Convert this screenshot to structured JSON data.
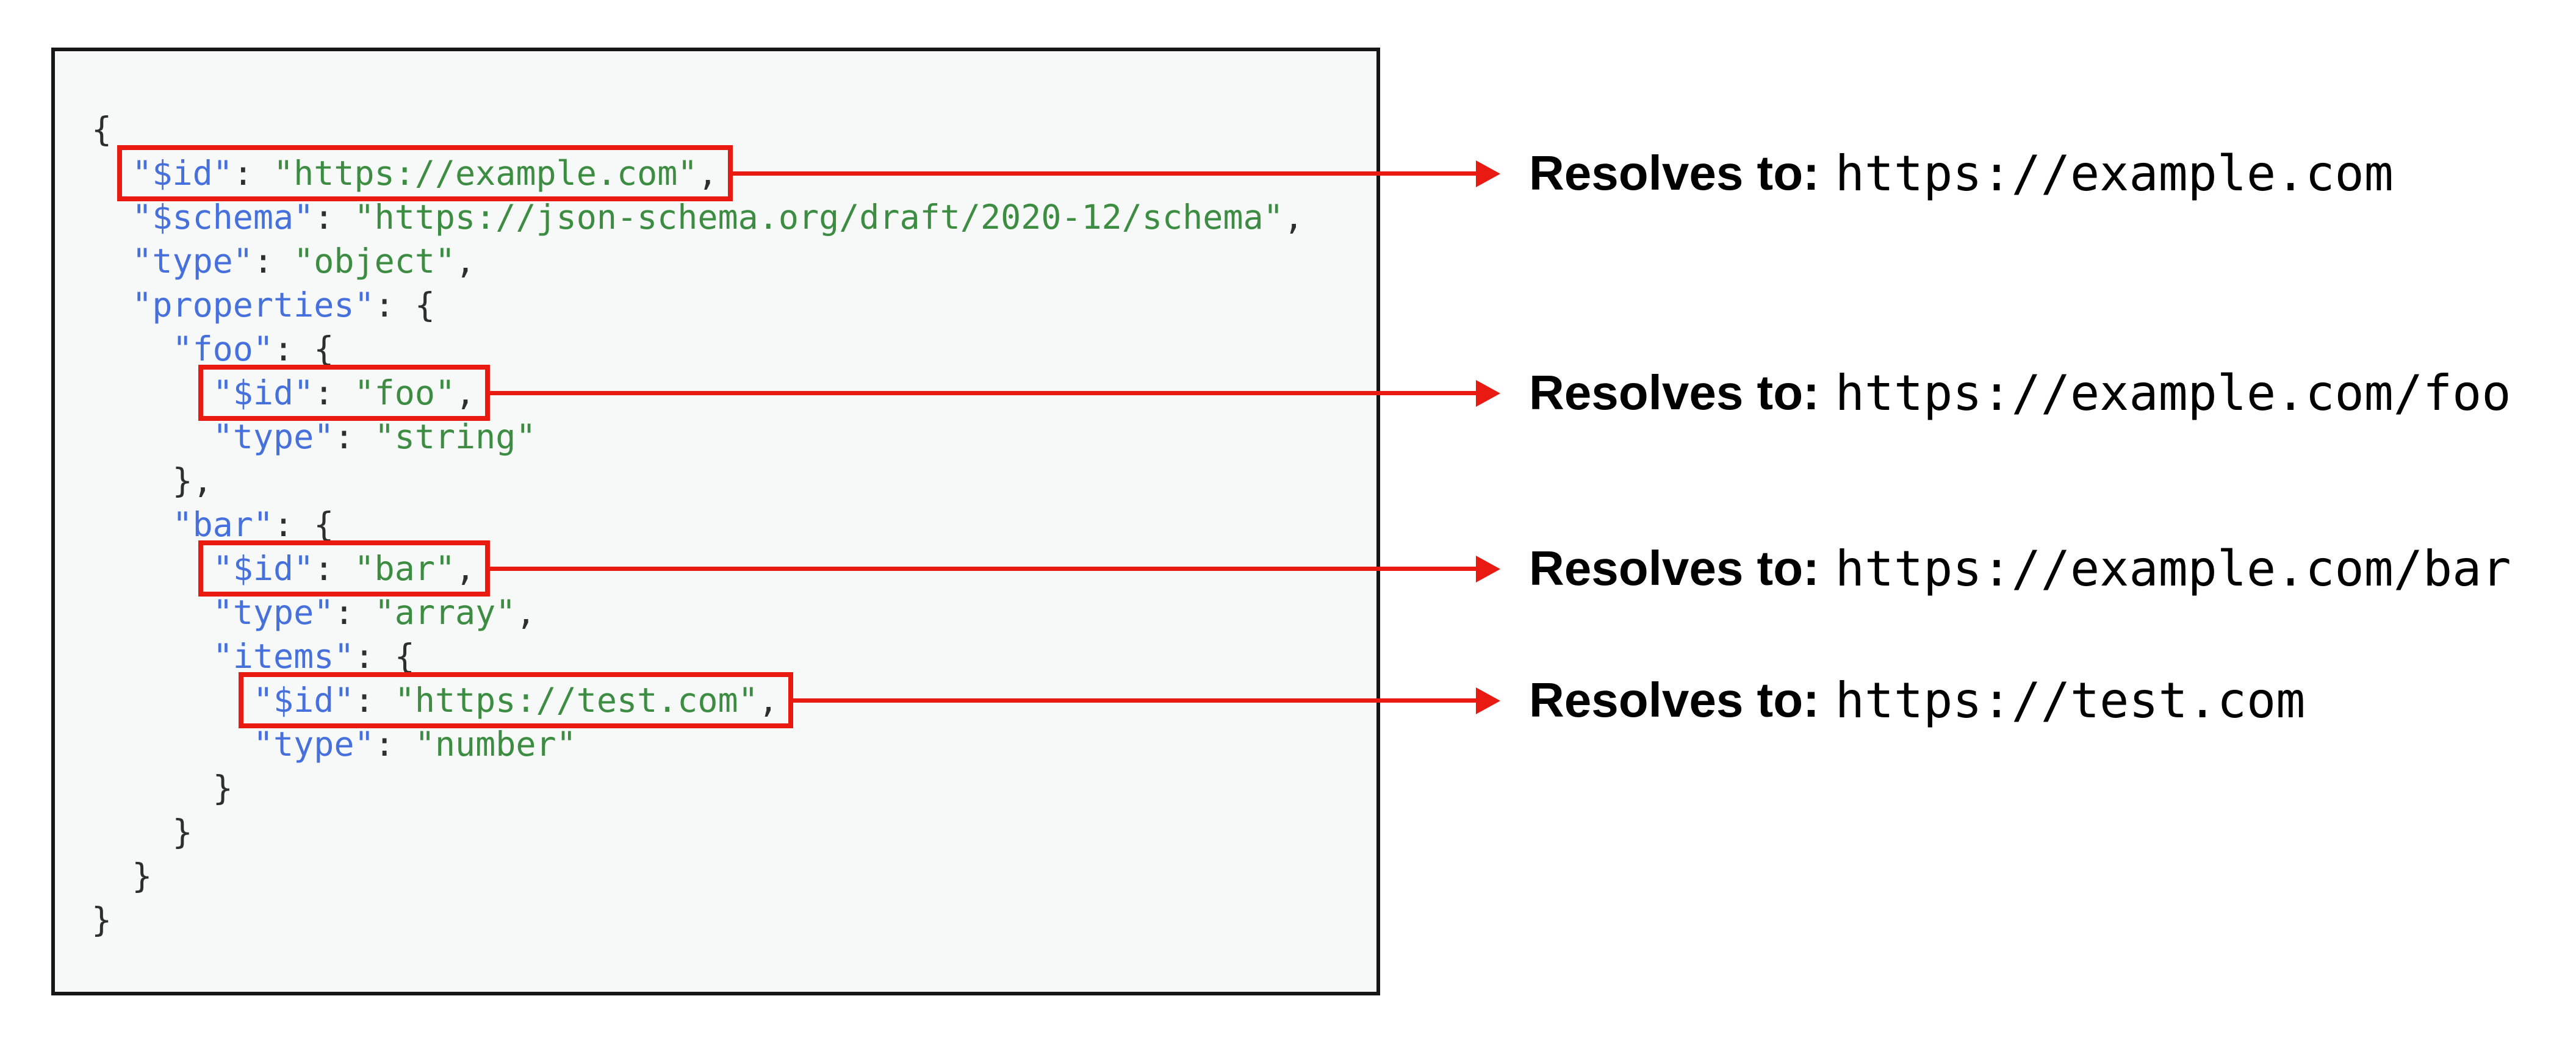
{
  "colors": {
    "page_bg": "#FFFFFF",
    "code_bg": "#F7F8F8",
    "code_border": "#161616",
    "key": "#4670DC",
    "string": "#3C8C41",
    "punctuation": "#2E2E2E",
    "highlight": "#E81A12",
    "annotation_text": "#000000"
  },
  "code_block": {
    "language": "json",
    "lines": [
      {
        "ws": "",
        "boxed": false,
        "tokens": [
          [
            "punc",
            "{"
          ]
        ]
      },
      {
        "ws": "  ",
        "boxed": true,
        "tokens": [
          [
            "key",
            "\"$id\""
          ],
          [
            "punc",
            ": "
          ],
          [
            "str",
            "\"https://example.com\""
          ],
          [
            "punc",
            ","
          ]
        ]
      },
      {
        "ws": "  ",
        "boxed": false,
        "tokens": [
          [
            "key",
            "\"$schema\""
          ],
          [
            "punc",
            ": "
          ],
          [
            "str",
            "\"https://json-schema.org/draft/2020-12/schema\""
          ],
          [
            "punc",
            ","
          ]
        ]
      },
      {
        "ws": "  ",
        "boxed": false,
        "tokens": [
          [
            "key",
            "\"type\""
          ],
          [
            "punc",
            ": "
          ],
          [
            "str",
            "\"object\""
          ],
          [
            "punc",
            ","
          ]
        ]
      },
      {
        "ws": "  ",
        "boxed": false,
        "tokens": [
          [
            "key",
            "\"properties\""
          ],
          [
            "punc",
            ": {"
          ]
        ]
      },
      {
        "ws": "    ",
        "boxed": false,
        "tokens": [
          [
            "key",
            "\"foo\""
          ],
          [
            "punc",
            ": {"
          ]
        ]
      },
      {
        "ws": "      ",
        "boxed": true,
        "tokens": [
          [
            "key",
            "\"$id\""
          ],
          [
            "punc",
            ": "
          ],
          [
            "str",
            "\"foo\""
          ],
          [
            "punc",
            ","
          ]
        ]
      },
      {
        "ws": "      ",
        "boxed": false,
        "tokens": [
          [
            "key",
            "\"type\""
          ],
          [
            "punc",
            ": "
          ],
          [
            "str",
            "\"string\""
          ]
        ]
      },
      {
        "ws": "    ",
        "boxed": false,
        "tokens": [
          [
            "punc",
            "},"
          ]
        ]
      },
      {
        "ws": "    ",
        "boxed": false,
        "tokens": [
          [
            "key",
            "\"bar\""
          ],
          [
            "punc",
            ": {"
          ]
        ]
      },
      {
        "ws": "      ",
        "boxed": true,
        "tokens": [
          [
            "key",
            "\"$id\""
          ],
          [
            "punc",
            ": "
          ],
          [
            "str",
            "\"bar\""
          ],
          [
            "punc",
            ","
          ]
        ]
      },
      {
        "ws": "      ",
        "boxed": false,
        "tokens": [
          [
            "key",
            "\"type\""
          ],
          [
            "punc",
            ": "
          ],
          [
            "str",
            "\"array\""
          ],
          [
            "punc",
            ","
          ]
        ]
      },
      {
        "ws": "      ",
        "boxed": false,
        "tokens": [
          [
            "key",
            "\"items\""
          ],
          [
            "punc",
            ": {"
          ]
        ]
      },
      {
        "ws": "        ",
        "boxed": true,
        "tokens": [
          [
            "key",
            "\"$id\""
          ],
          [
            "punc",
            ": "
          ],
          [
            "str",
            "\"https://test.com\""
          ],
          [
            "punc",
            ","
          ]
        ]
      },
      {
        "ws": "        ",
        "boxed": false,
        "tokens": [
          [
            "key",
            "\"type\""
          ],
          [
            "punc",
            ": "
          ],
          [
            "str",
            "\"number\""
          ]
        ]
      },
      {
        "ws": "      ",
        "boxed": false,
        "tokens": [
          [
            "punc",
            "}"
          ]
        ]
      },
      {
        "ws": "    ",
        "boxed": false,
        "tokens": [
          [
            "punc",
            "}"
          ]
        ]
      },
      {
        "ws": "  ",
        "boxed": false,
        "tokens": [
          [
            "punc",
            "}"
          ]
        ]
      },
      {
        "ws": "",
        "boxed": false,
        "tokens": [
          [
            "punc",
            "}"
          ]
        ]
      }
    ]
  },
  "annotations": [
    {
      "label": "Resolves to:",
      "value": "https://example.com"
    },
    {
      "label": "Resolves to:",
      "value": "https://example.com/foo"
    },
    {
      "label": "Resolves to:",
      "value": "https://example.com/bar"
    },
    {
      "label": "Resolves to:",
      "value": "https://test.com"
    }
  ]
}
